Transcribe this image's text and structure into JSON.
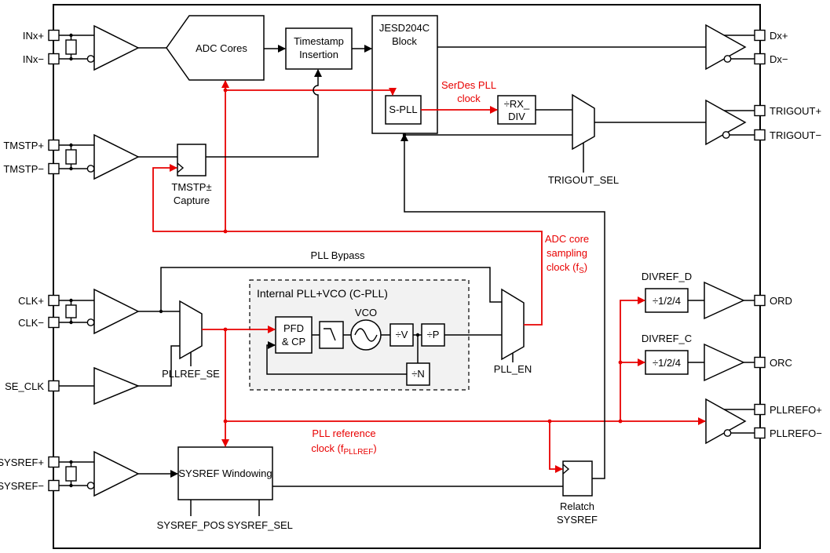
{
  "colors": {
    "wire_red": "#e80000",
    "block_gray": "#f2f2f2",
    "wire_black": "#000000"
  },
  "pins_left": [
    "INx+",
    "INx−",
    "TMSTP+",
    "TMSTP−",
    "CLK+",
    "CLK−",
    "SE_CLK",
    "SYSREF+",
    "SYSREF−"
  ],
  "pins_right": [
    "Dx+",
    "Dx−",
    "TRIGOUT+",
    "TRIGOUT−",
    "ORD",
    "ORC",
    "PLLREFO+",
    "PLLREFO−"
  ],
  "blocks": {
    "adc_cores": "ADC Cores",
    "timestamp_l1": "Timestamp",
    "timestamp_l2": "Insertion",
    "jesd_l1": "JESD204C",
    "jesd_l2": "Block",
    "spll": "S-PLL",
    "rxdiv_l1": "÷RX_",
    "rxdiv_l2": "DIV",
    "capture_l1": "TMSTP±",
    "capture_l2": "Capture",
    "cpll_title": "Internal PLL+VCO (C-PLL)",
    "pfd_l1": "PFD",
    "pfd_l2": "& CP",
    "vco": "VCO",
    "div_v": "÷V",
    "div_p": "÷P",
    "div_n": "÷N",
    "divref_d_box": "÷1/2/4",
    "divref_c_box": "÷1/2/4",
    "sysref_windowing": "SYSREF Windowing",
    "relatch_l1": "Relatch",
    "relatch_l2": "SYSREF"
  },
  "signal_labels": {
    "pll_bypass": "PLL Bypass",
    "trigout_sel": "TRIGOUT_SEL",
    "pllref_se": "PLLREF_SE",
    "pll_en": "PLL_EN",
    "sysref_pos": "SYSREF_POS",
    "sysref_sel": "SYSREF_SEL",
    "divref_d": "DIVREF_D",
    "divref_c": "DIVREF_C"
  },
  "clock_labels": {
    "serdes_l1": "SerDes PLL",
    "serdes_l2": "clock",
    "sampling_l1": "ADC core",
    "sampling_l2": "sampling",
    "sampling_l3_pre": "clock (f",
    "sampling_l3_sub": "S",
    "sampling_l3_post": ")",
    "pllref_l1": "PLL reference",
    "pllref_l2_pre": "clock (f",
    "pllref_l2_sub": "PLLREF",
    "pllref_l2_post": ")"
  }
}
